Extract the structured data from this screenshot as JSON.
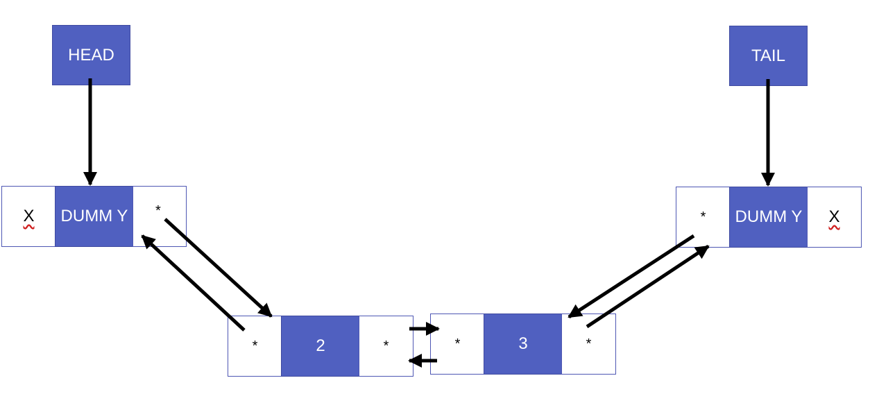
{
  "head": {
    "label": "HEAD"
  },
  "tail": {
    "label": "TAIL"
  },
  "left_dummy": {
    "prev": "X",
    "value": "DUMM Y",
    "next": "*"
  },
  "node2": {
    "prev": "*",
    "value": "2",
    "next": "*"
  },
  "node3": {
    "prev": "*",
    "value": "3",
    "next": "*"
  },
  "right_dummy": {
    "prev": "*",
    "value": "DUMM Y",
    "next": "X"
  },
  "colors": {
    "node_fill": "#5060c0",
    "cell_border": "#4d56b3",
    "arrow": "#000000",
    "text_on_fill": "#ffffff"
  }
}
